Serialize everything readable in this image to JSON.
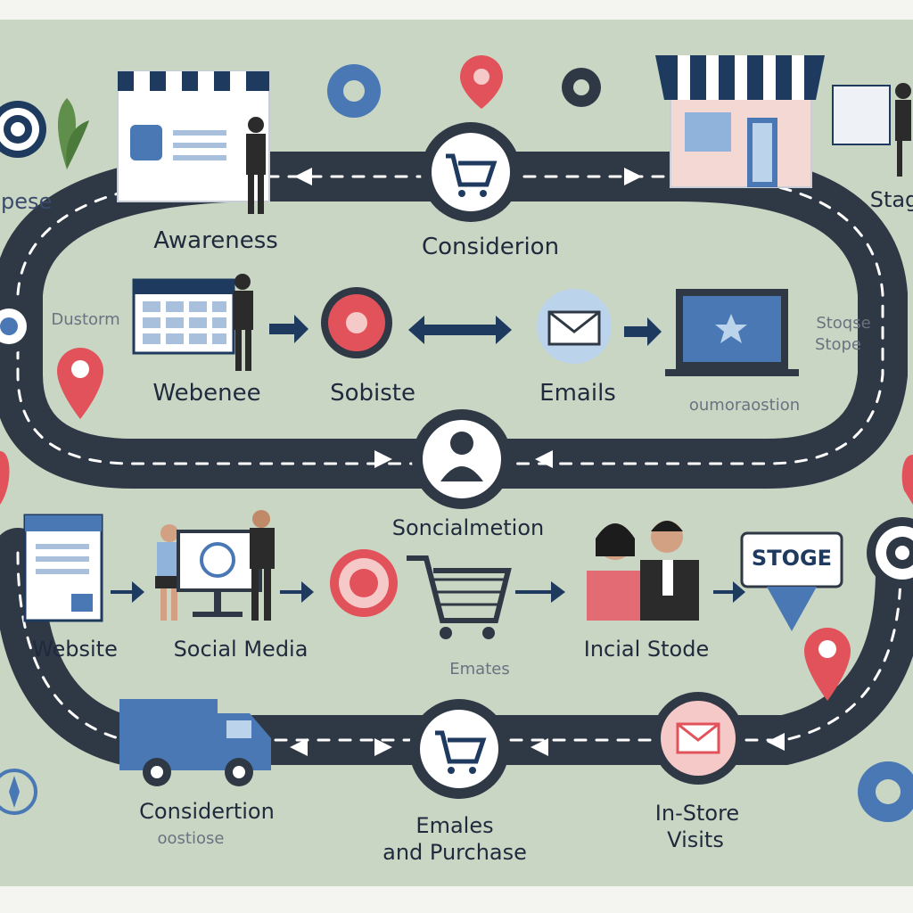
{
  "colors": {
    "background": "#c9d6c4",
    "road": "#2f3845",
    "road_edge": "#4b5563",
    "dash": "#ffffff",
    "navy": "#1f3a5f",
    "accent_blue": "#4a78b5",
    "accent_red": "#e2525a",
    "light": "#eef2f7"
  },
  "labels": {
    "awareness": "Awareness",
    "consideration_top": "Considerion",
    "stage_top_right": "Stag",
    "left_top_partial": "upese",
    "custom_left": "Dustorm",
    "webenee": "Webenee",
    "sobiste": "Sobiste",
    "emails_mid": "Emails",
    "stoge_stope_1": "Stoqse",
    "stoge_stope_2": "Stope",
    "promotion_faded": "oumoraostion",
    "social_motion": "Soncialmetion",
    "website": "Website",
    "social_media": "Social Media",
    "emates_faded": "Emates",
    "incial_stode": "Incial Stode",
    "stoge_sign": "STOGE",
    "consideration_bottom": "Considertion",
    "oostiose": "oostiose",
    "emales": "Emales",
    "and_purchase": "and Purchase",
    "in_store": "In-Store",
    "visits": "Visits"
  },
  "icons": {
    "top_center": "shopping-cart-icon",
    "middle_center": "person-icon",
    "bottom_center": "shopping-cart-icon",
    "bottom_right": "envelope-icon",
    "target": "target-icon",
    "gear": "gear-icon",
    "pin": "location-pin-icon",
    "storefront": "storefront-icon",
    "laptop": "laptop-icon",
    "truck": "delivery-truck-icon"
  }
}
